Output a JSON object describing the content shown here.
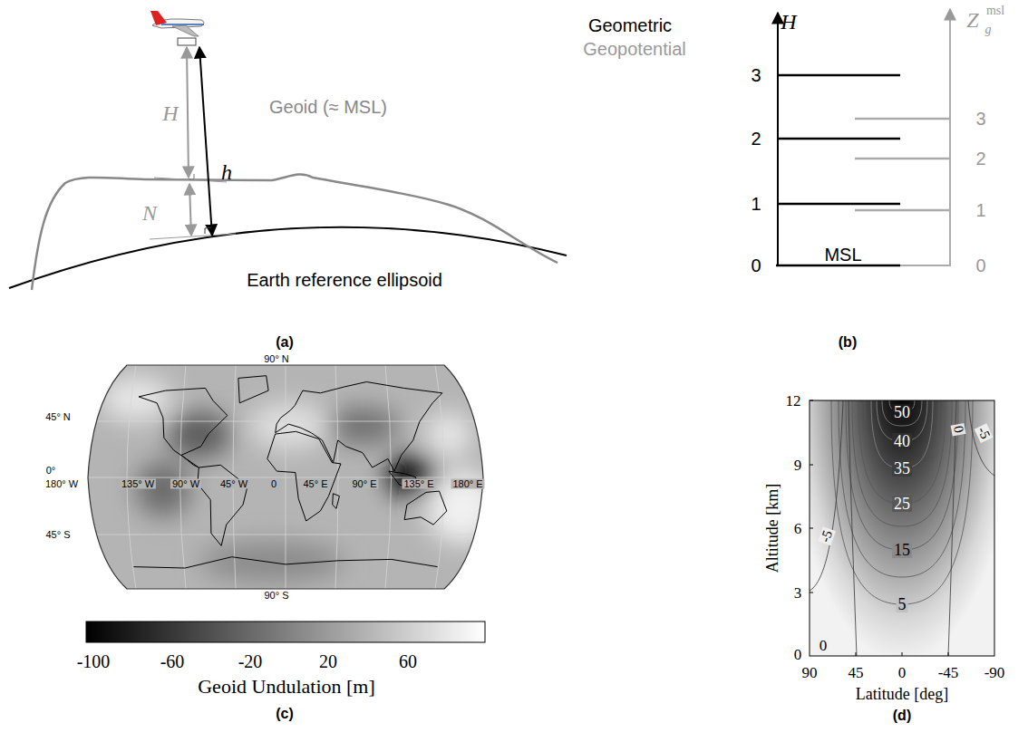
{
  "diagram": {
    "labels": [
      "H",
      "Geoid (≈ MSL)",
      "N",
      "h",
      "Earth reference ellipsoid",
      "(a)",
      "Geometric",
      "Geopotential",
      "H",
      "3",
      "2",
      "1",
      "0",
      "MSL",
      "Z",
      "msl",
      "g",
      "3",
      "2",
      "1",
      "0",
      "(b)",
      "90° N",
      "45° N",
      "0°",
      "180° W",
      "135° W",
      "90° W",
      "45° W",
      "0",
      "45° E",
      "90° E",
      "135° E",
      "180° E",
      "45° S",
      "90° S",
      "-100",
      "-60",
      "-20",
      "20",
      "60",
      "Geoid Undulation [m]",
      "(c)",
      "12",
      "9",
      "6",
      "3",
      "0",
      "Altitude [km]",
      "90",
      "45",
      "0",
      "-45",
      "-90",
      "Latitude [deg]",
      "50",
      "40",
      "35",
      "25",
      "15",
      "5",
      "0",
      "-5",
      "0",
      "-5",
      "(d)"
    ]
  }
}
